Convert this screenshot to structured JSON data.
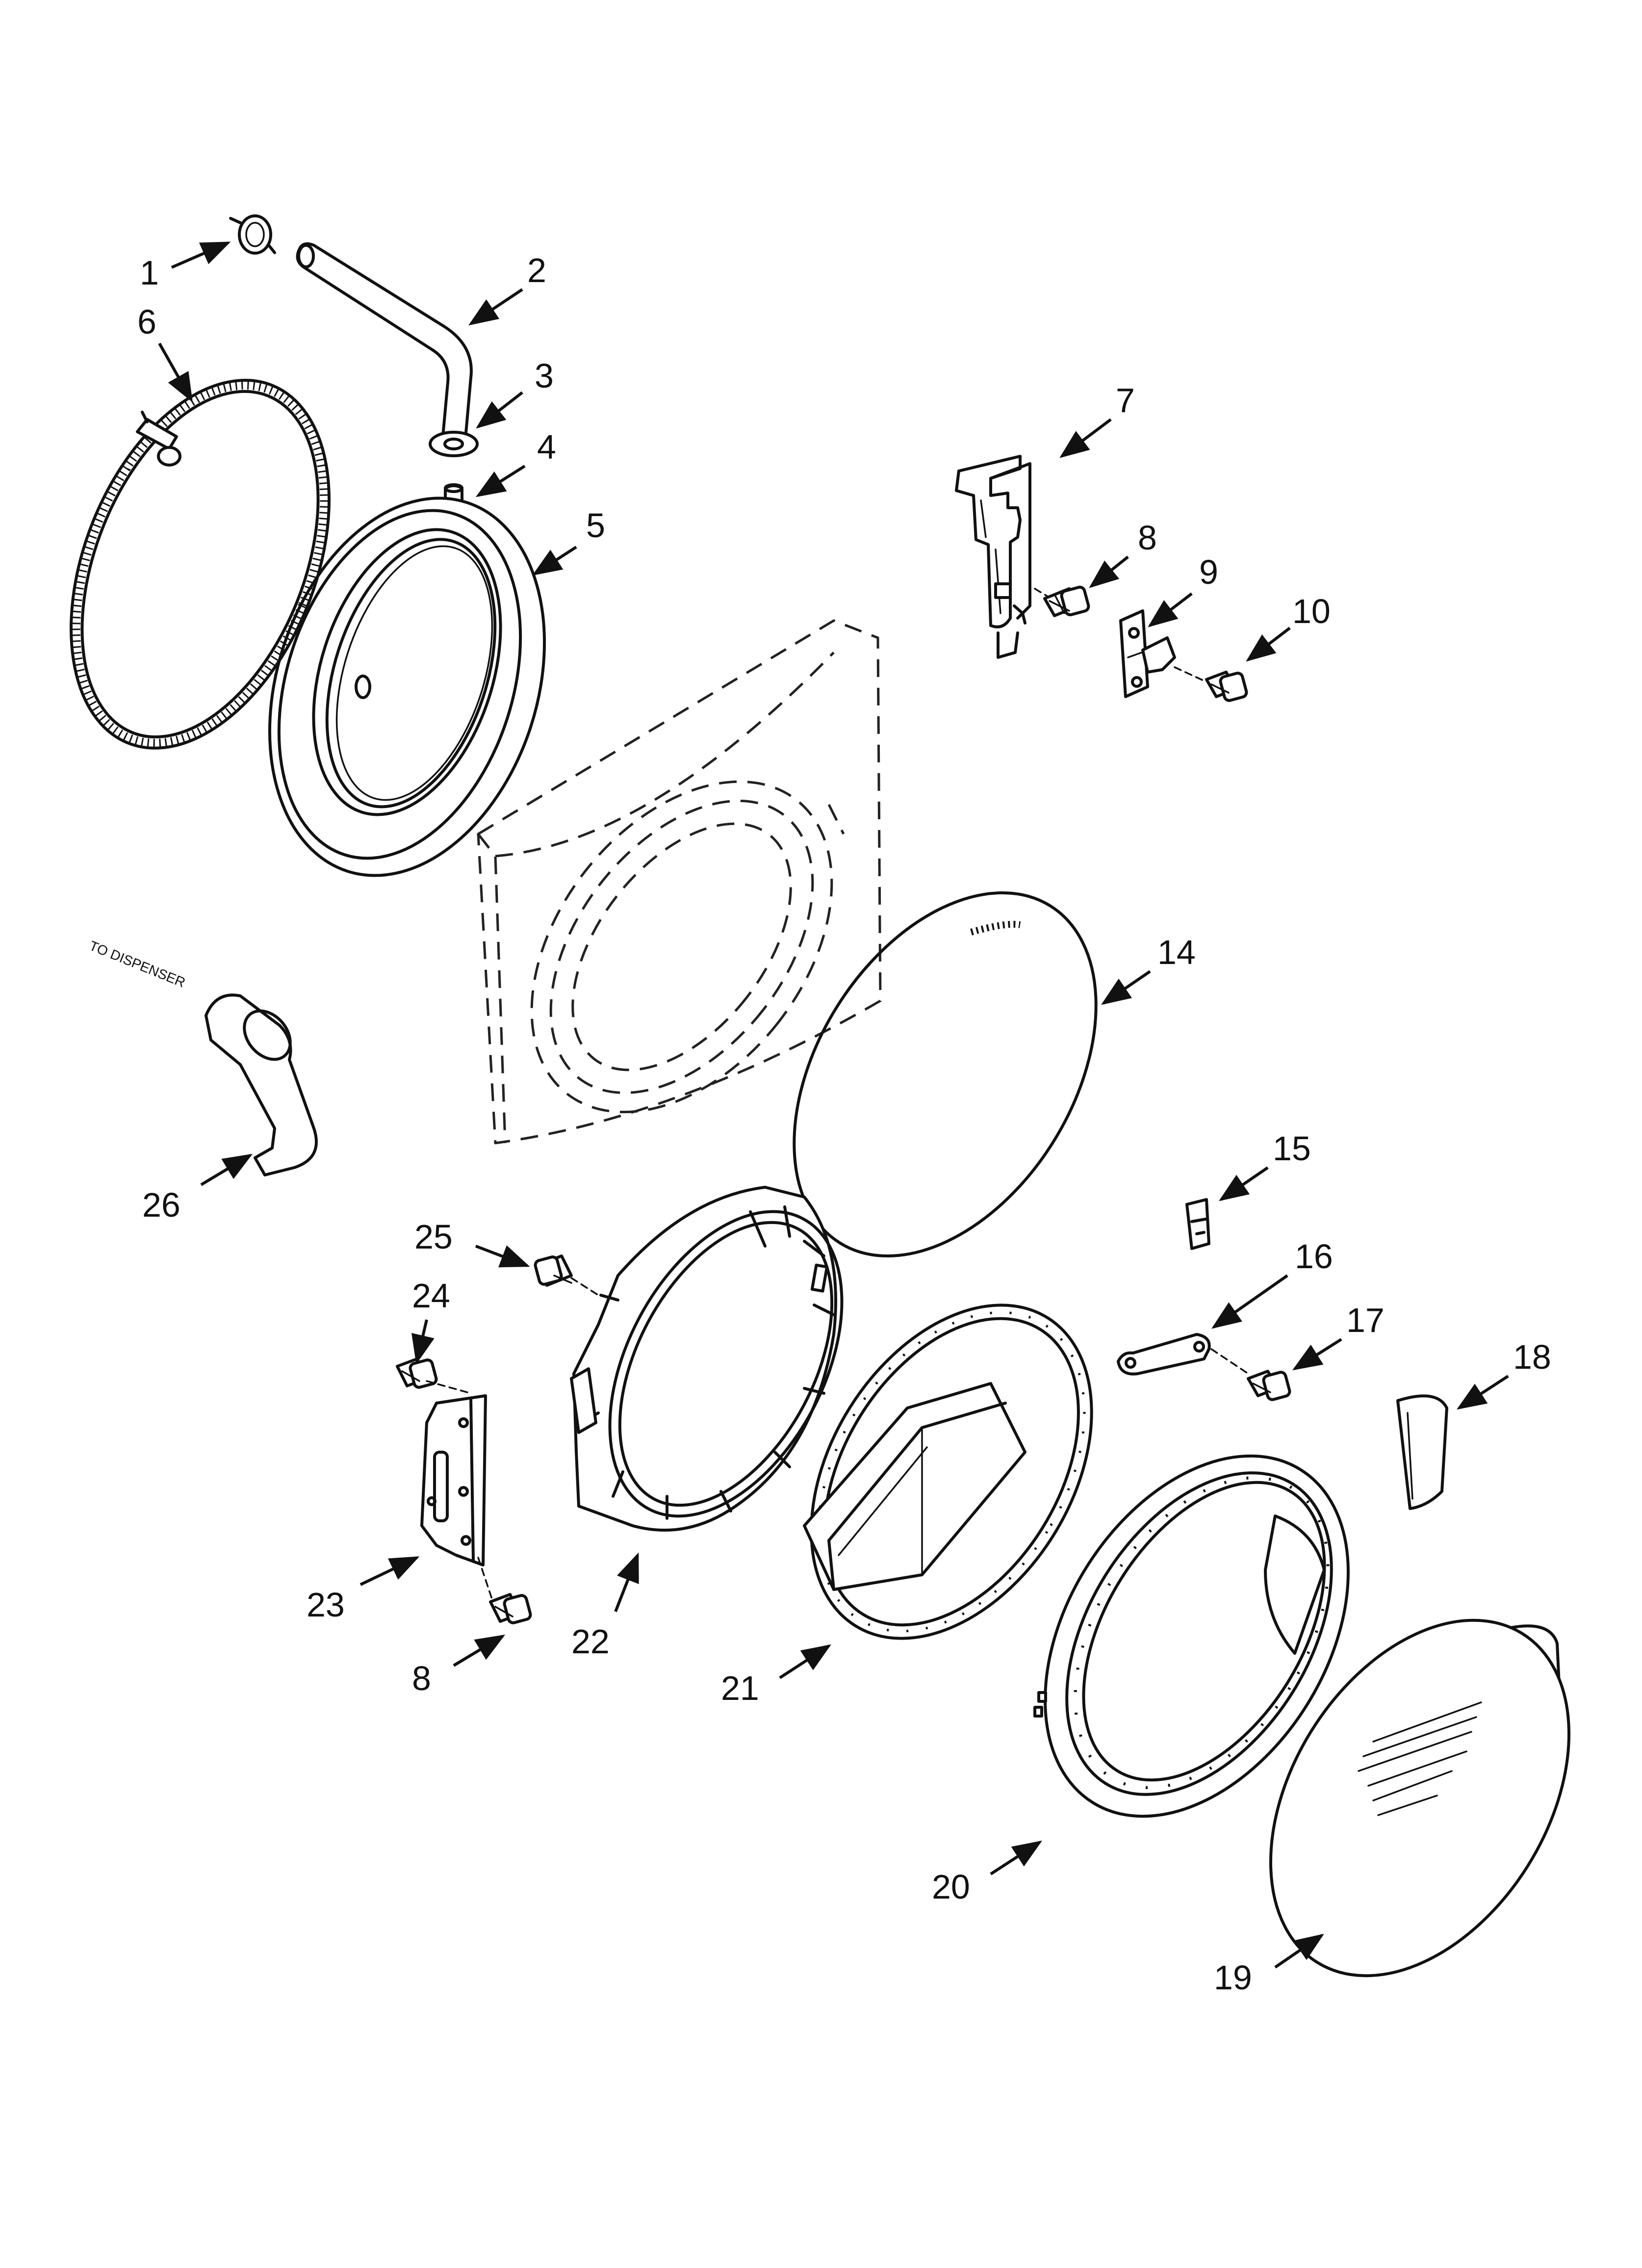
{
  "callouts": [
    {
      "id": "c1",
      "label": "1"
    },
    {
      "id": "c2",
      "label": "2"
    },
    {
      "id": "c3",
      "label": "3"
    },
    {
      "id": "c4",
      "label": "4"
    },
    {
      "id": "c5",
      "label": "5"
    },
    {
      "id": "c6",
      "label": "6"
    },
    {
      "id": "c7",
      "label": "7"
    },
    {
      "id": "c8a",
      "label": "8"
    },
    {
      "id": "c9",
      "label": "9"
    },
    {
      "id": "c10",
      "label": "10"
    },
    {
      "id": "c14",
      "label": "14"
    },
    {
      "id": "c15",
      "label": "15"
    },
    {
      "id": "c16",
      "label": "16"
    },
    {
      "id": "c17",
      "label": "17"
    },
    {
      "id": "c18",
      "label": "18"
    },
    {
      "id": "c19",
      "label": "19"
    },
    {
      "id": "c20",
      "label": "20"
    },
    {
      "id": "c21",
      "label": "21"
    },
    {
      "id": "c22",
      "label": "22"
    },
    {
      "id": "c23",
      "label": "23"
    },
    {
      "id": "c24",
      "label": "24"
    },
    {
      "id": "c25",
      "label": "25"
    },
    {
      "id": "c26",
      "label": "26"
    },
    {
      "id": "c8b",
      "label": "8"
    }
  ],
  "annotation": "TO DISPENSER"
}
